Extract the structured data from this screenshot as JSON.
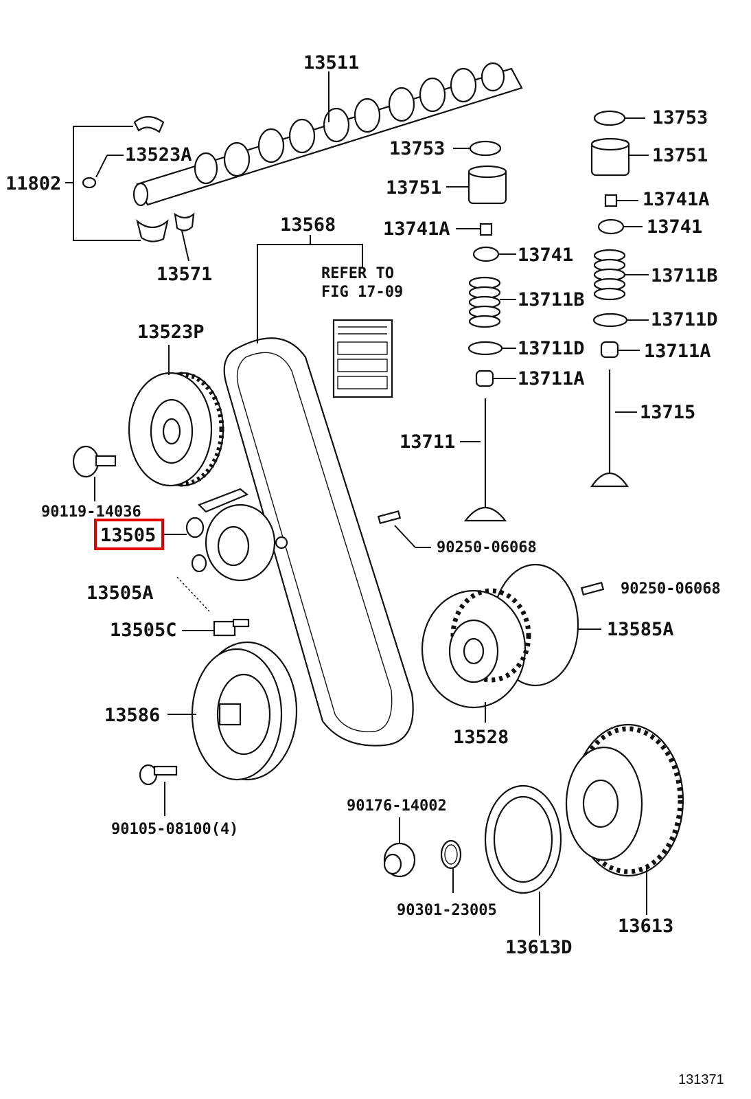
{
  "diagram": {
    "labels": {
      "p13511": "13511",
      "p11802": "11802",
      "p13523A": "13523A",
      "p13571": "13571",
      "p13568": "13568",
      "refer_line1": "REFER TO",
      "refer_line2": "FIG 17-09",
      "p13523P": "13523P",
      "p90119": "90119-14036",
      "p13505": "13505",
      "p13505A": "13505A",
      "p13505C": "13505C",
      "p13586": "13586",
      "p90105": "90105-08100(4)",
      "p13753_l": "13753",
      "p13751_l": "13751",
      "p13741A_l": "13741A",
      "p13741_l": "13741",
      "p13711B_l": "13711B",
      "p13711D_l": "13711D",
      "p13711A_l": "13711A",
      "p13711": "13711",
      "p13753_r": "13753",
      "p13751_r": "13751",
      "p13741A_r": "13741A",
      "p13741_r": "13741",
      "p13711B_r": "13711B",
      "p13711D_r": "13711D",
      "p13711A_r": "13711A",
      "p13715": "13715",
      "p90250_a": "90250-06068",
      "p90250_b": "90250-06068",
      "p13585A": "13585A",
      "p13528": "13528",
      "p90176": "90176-14002",
      "p90301": "90301-23005",
      "p13613D": "13613D",
      "p13613": "13613",
      "figure_id": "131371"
    },
    "highlighted_part": "13505",
    "highlight_color": "#e00000"
  }
}
